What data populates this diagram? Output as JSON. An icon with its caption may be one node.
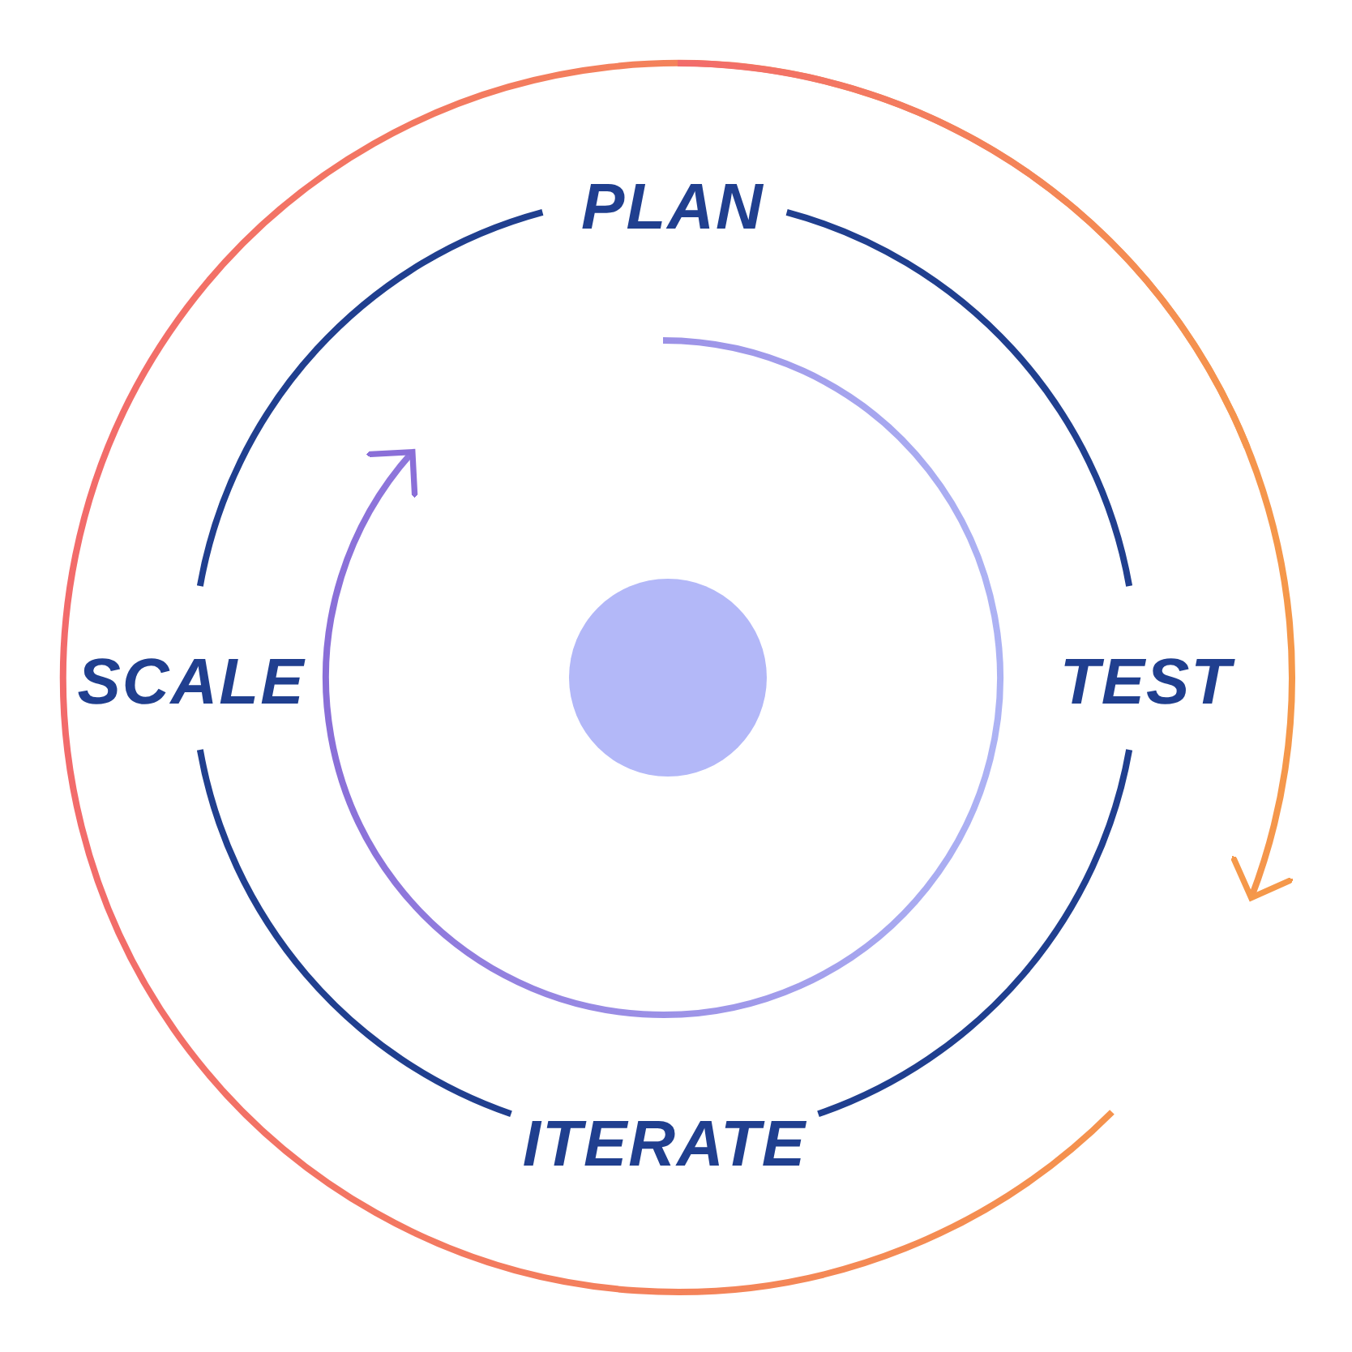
{
  "diagram": {
    "nodes": [
      {
        "text": [
          "PLAN"
        ]
      },
      {
        "text": [
          "TEST"
        ]
      },
      {
        "text": [
          "ITERATE"
        ]
      },
      {
        "text": [
          "SCALE"
        ]
      },
      {
        "text": [],
        "shape": "circle"
      }
    ],
    "edges": [
      {
        "from": 0,
        "to": 1,
        "arrow": "none"
      },
      {
        "from": 1,
        "to": 2,
        "arrow": "none"
      },
      {
        "from": 2,
        "to": 3,
        "arrow": "none"
      },
      {
        "from": 3,
        "to": 0,
        "arrow": "none"
      }
    ]
  }
}
